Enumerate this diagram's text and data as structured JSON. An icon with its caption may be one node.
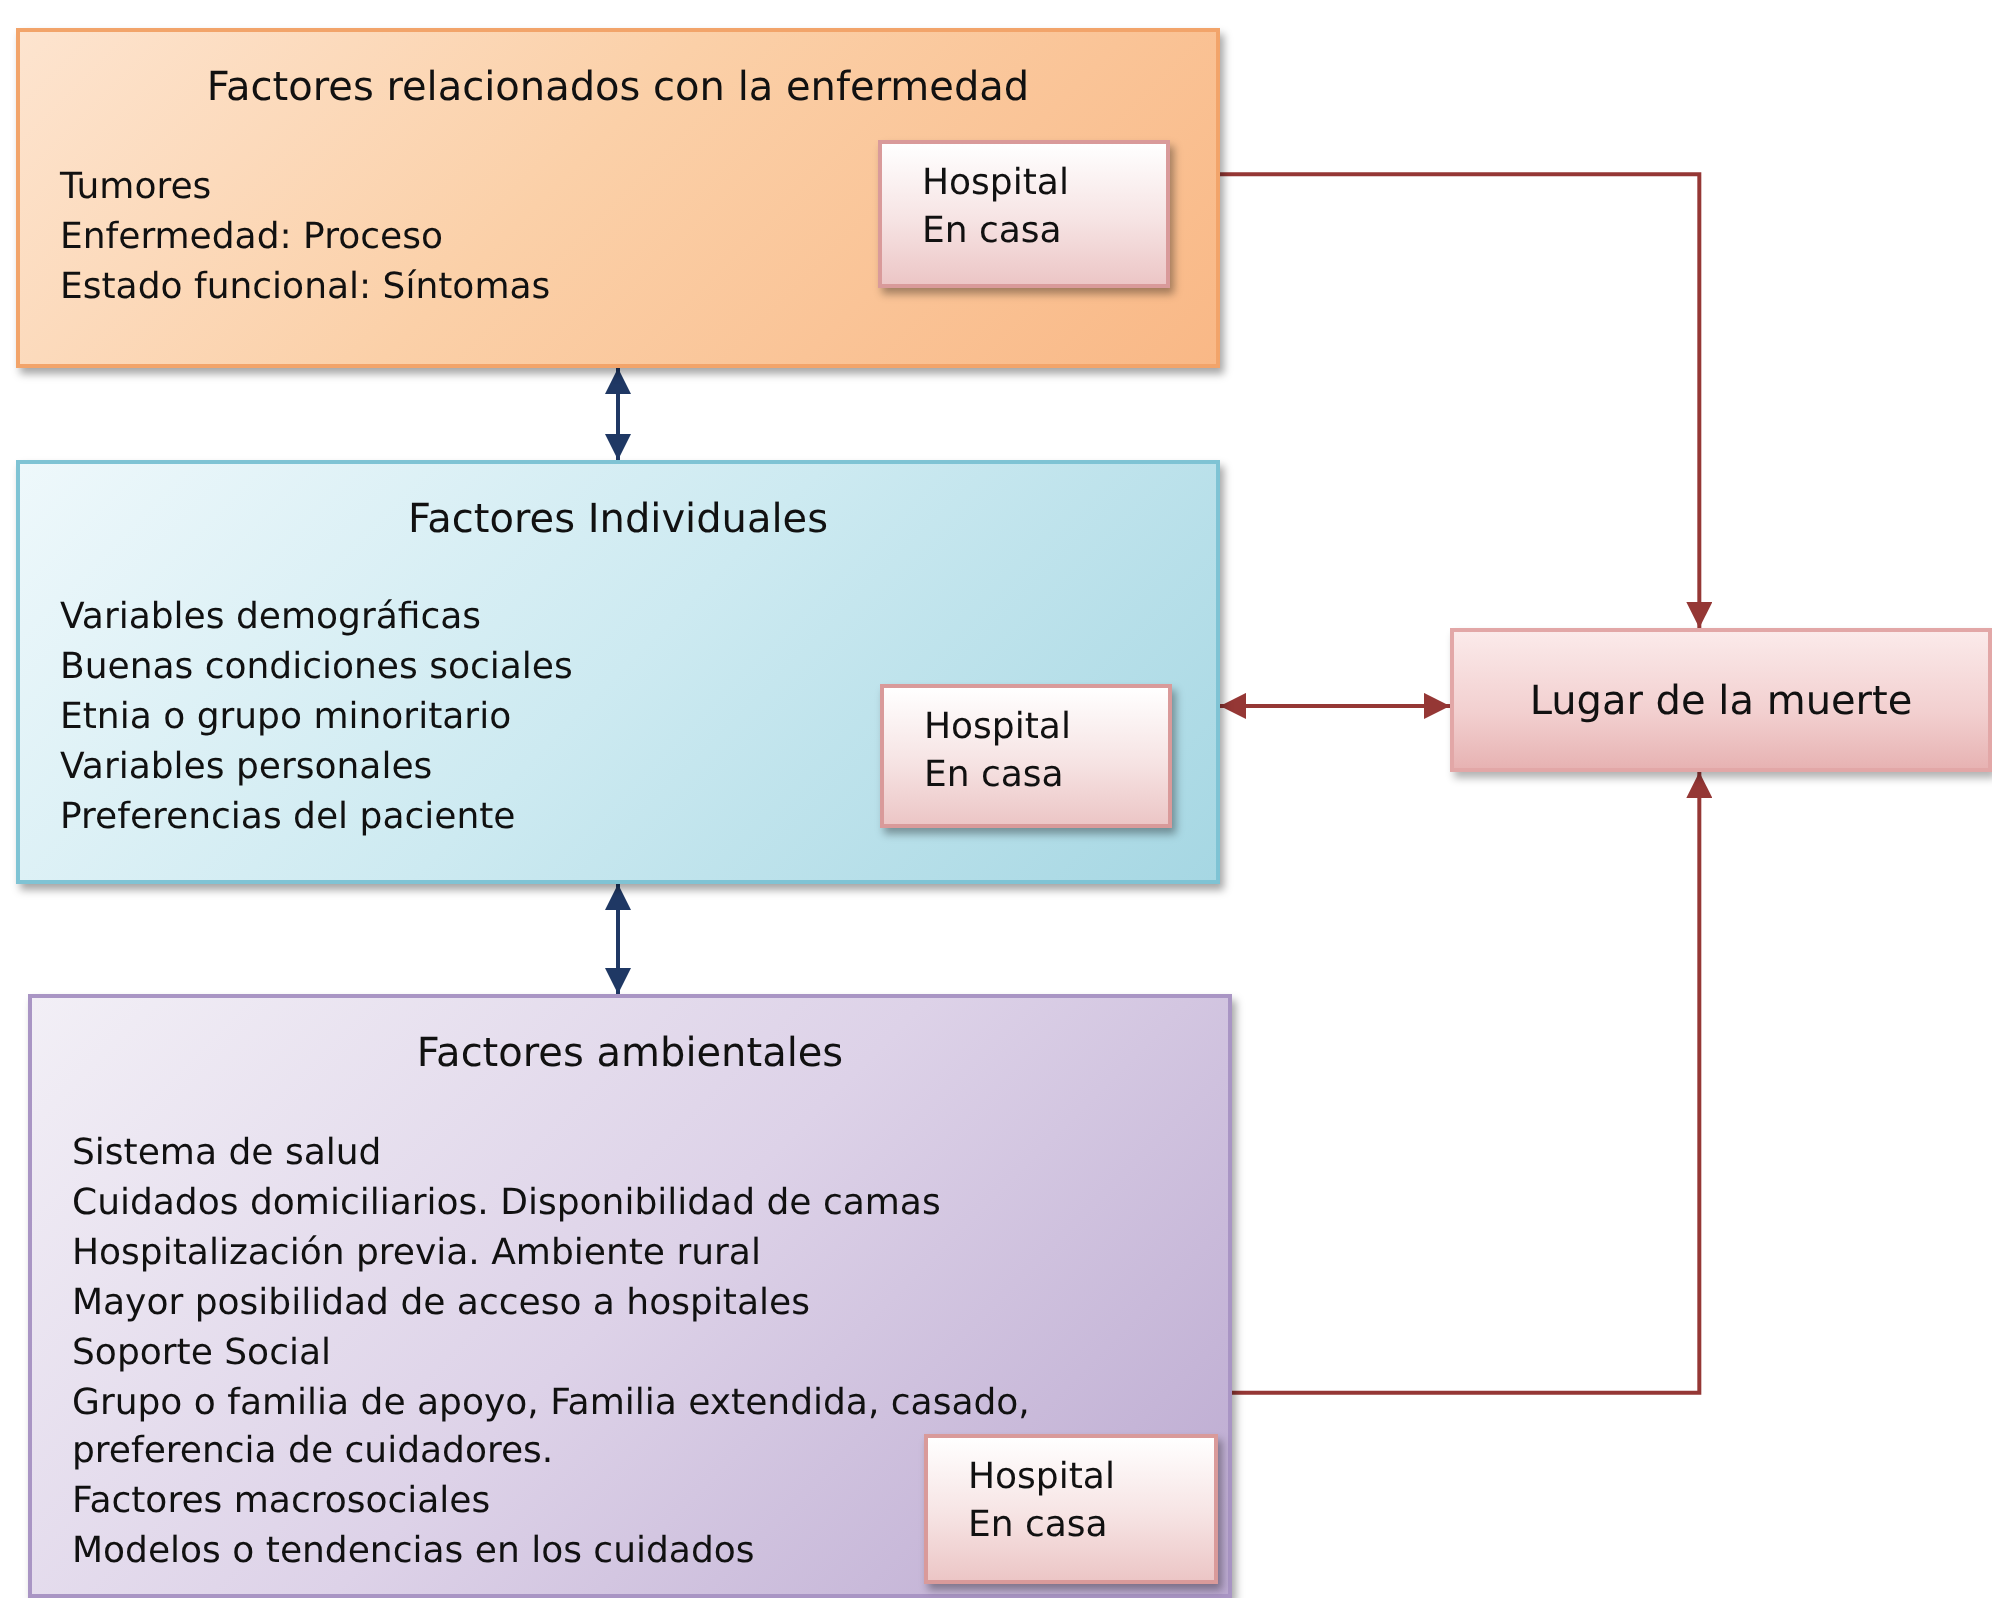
{
  "diagram": {
    "nodes": [
      {
        "text": [
          "Factores relacionados con la enfermedad",
          "Tumores",
          "Enfermedad: Proceso",
          "Estado funcional: Síntomas"
        ]
      },
      {
        "text": [
          "Hospital",
          "En casa"
        ],
        "in": 0
      },
      {
        "text": [
          "Factores Individuales",
          "Variables demográficas",
          "Buenas condiciones sociales",
          "Etnia o grupo minoritario",
          "Variables personales",
          "Preferencias del paciente"
        ]
      },
      {
        "text": [
          "Hospital",
          "En casa"
        ],
        "in": 2
      },
      {
        "text": [
          "Factores ambientales",
          "Sistema de salud",
          "Cuidados domiciliarios. Disponibilidad de camas",
          "Hospitalización previa. Ambiente rural",
          "Mayor posibilidad de acceso a hospitales",
          "Soporte Social",
          "Grupo o familia de apoyo, Familia extendida, casado, preferencia de cuidadores.",
          "Factores macrosociales",
          "Modelos o tendencias en los cuidados"
        ]
      },
      {
        "text": [
          "Hospital",
          "En casa"
        ],
        "in": 4
      },
      {
        "text": [
          "Lugar de la muerte"
        ]
      }
    ],
    "edges": [
      {
        "from": 0,
        "to": 2,
        "arrow": "both",
        "color": "#1f3864"
      },
      {
        "from": 2,
        "to": 4,
        "arrow": "both",
        "color": "#1f3864"
      },
      {
        "from": 0,
        "to": 6,
        "arrow": "to"
      },
      {
        "from": 2,
        "to": 6,
        "arrow": "both"
      },
      {
        "from": 4,
        "to": 6,
        "arrow": "to"
      }
    ]
  }
}
